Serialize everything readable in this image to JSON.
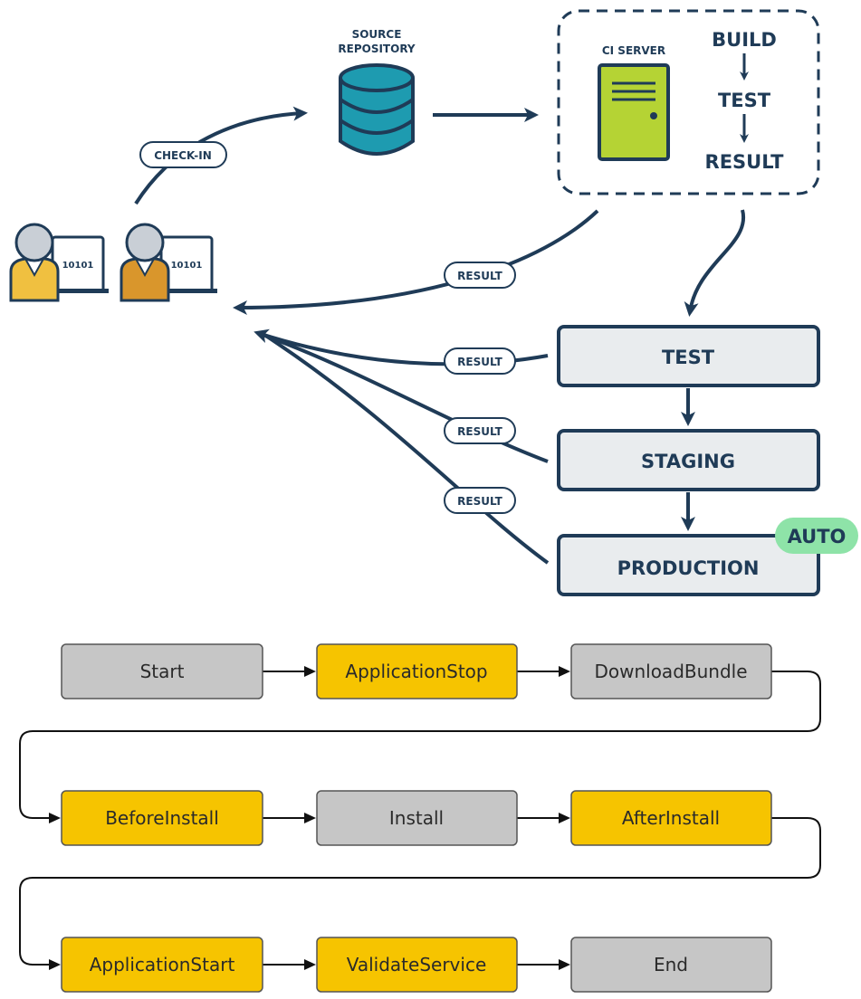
{
  "ci_diagram": {
    "source_repository_label": [
      "SOURCE",
      "REPOSITORY"
    ],
    "ci_server_label": "CI SERVER",
    "pipeline_inline": [
      "BUILD",
      "TEST",
      "RESULT"
    ],
    "check_in_label": "CHECK-IN",
    "result_badge": "RESULT",
    "laptop_screen_text": "10101",
    "stages": [
      "TEST",
      "STAGING",
      "PRODUCTION"
    ],
    "auto_badge": "AUTO"
  },
  "lifecycle": {
    "rows": [
      [
        {
          "label": "Start",
          "kind": "gray"
        },
        {
          "label": "ApplicationStop",
          "kind": "hook"
        },
        {
          "label": "DownloadBundle",
          "kind": "gray"
        }
      ],
      [
        {
          "label": "BeforeInstall",
          "kind": "hook"
        },
        {
          "label": "Install",
          "kind": "gray"
        },
        {
          "label": "AfterInstall",
          "kind": "hook"
        }
      ],
      [
        {
          "label": "ApplicationStart",
          "kind": "hook"
        },
        {
          "label": "ValidateService",
          "kind": "hook"
        },
        {
          "label": "End",
          "kind": "gray"
        }
      ]
    ]
  },
  "colors": {
    "navy": "#1f3b57",
    "teal": "#1e9bb0",
    "lime": "#b5d334",
    "stage_fill": "#e9ecee",
    "auto_green": "#8ee3a8",
    "hook_yellow": "#f6c400",
    "step_gray": "#c6c6c6"
  }
}
